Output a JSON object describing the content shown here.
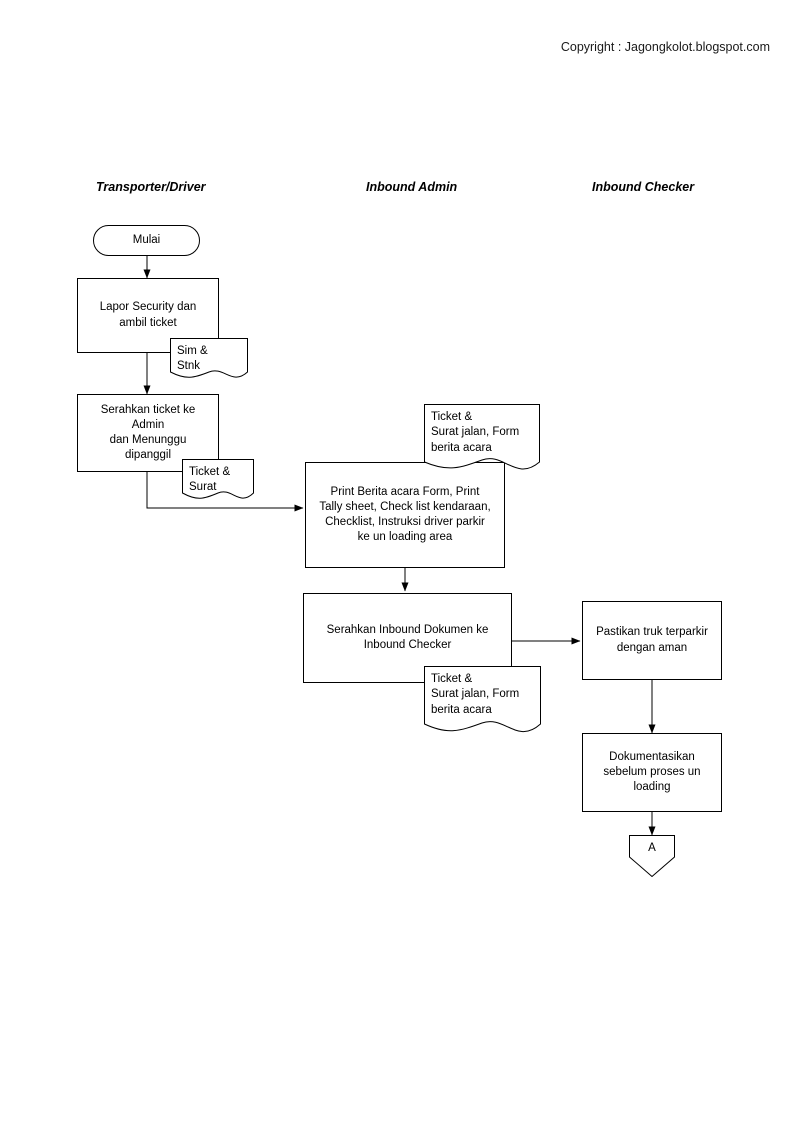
{
  "page": {
    "copyright": "Copyright : Jagongkolot.blogspot.com",
    "background_color": "#ffffff",
    "line_color": "#000000",
    "text_color": "#000000"
  },
  "lanes": [
    {
      "id": "transporter",
      "label": "Transporter/Driver"
    },
    {
      "id": "inbound-admin",
      "label": "Inbound Admin"
    },
    {
      "id": "inbound-checker",
      "label": "Inbound Checker"
    }
  ],
  "nodes": {
    "start": {
      "type": "terminator",
      "label": "Mulai"
    },
    "lapor_security": {
      "type": "process",
      "label": "Lapor Security dan\nambil ticket"
    },
    "doc_sim_stnk": {
      "type": "document",
      "label": "Sim &\nStnk"
    },
    "serahkan_ticket": {
      "type": "process",
      "label": "Serahkan ticket ke\nAdmin\ndan Menunggu\ndipanggil"
    },
    "doc_ticket_surat": {
      "type": "document",
      "label": "Ticket &\nSurat"
    },
    "doc_ticket_surat_jalan_top": {
      "type": "document",
      "label": "Ticket &\nSurat jalan, Form\nberita acara"
    },
    "print_berita": {
      "type": "process",
      "label": "Print Berita acara Form, Print\nTally sheet, Check list kendaraan,\nChecklist, Instruksi driver parkir\nke un loading area"
    },
    "serahkan_inbound": {
      "type": "process",
      "label": "Serahkan Inbound Dokumen ke\nInbound Checker"
    },
    "doc_ticket_surat_jalan_bottom": {
      "type": "document",
      "label": "Ticket &\nSurat jalan, Form\nberita acara"
    },
    "pastikan_truk": {
      "type": "process",
      "label": "Pastikan truk terparkir\ndengan aman"
    },
    "dokumentasikan": {
      "type": "process",
      "label": "Dokumentasikan\nsebelum proses un\nloading"
    },
    "connector_a": {
      "type": "connector",
      "label": "A"
    }
  },
  "chart_data": {
    "type": "flowchart",
    "title": "",
    "lanes": [
      "Transporter/Driver",
      "Inbound Admin",
      "Inbound Checker"
    ],
    "nodes": [
      {
        "id": "start",
        "lane": "Transporter/Driver",
        "shape": "terminator",
        "text": "Mulai"
      },
      {
        "id": "lapor_security",
        "lane": "Transporter/Driver",
        "shape": "process",
        "text": "Lapor Security dan ambil ticket"
      },
      {
        "id": "doc_sim_stnk",
        "lane": "Transporter/Driver",
        "shape": "document",
        "text": "Sim & Stnk"
      },
      {
        "id": "serahkan_ticket",
        "lane": "Transporter/Driver",
        "shape": "process",
        "text": "Serahkan ticket ke Admin dan Menunggu dipanggil"
      },
      {
        "id": "doc_ticket_surat",
        "lane": "Transporter/Driver",
        "shape": "document",
        "text": "Ticket & Surat"
      },
      {
        "id": "doc_ticket_surat_jalan_top",
        "lane": "Inbound Admin",
        "shape": "document",
        "text": "Ticket & Surat jalan, Form berita acara"
      },
      {
        "id": "print_berita",
        "lane": "Inbound Admin",
        "shape": "process",
        "text": "Print Berita acara Form, Print Tally sheet, Check list kendaraan, Checklist, Instruksi driver parkir ke un loading area"
      },
      {
        "id": "serahkan_inbound",
        "lane": "Inbound Admin",
        "shape": "process",
        "text": "Serahkan Inbound Dokumen ke Inbound Checker"
      },
      {
        "id": "doc_ticket_surat_jalan_bottom",
        "lane": "Inbound Admin",
        "shape": "document",
        "text": "Ticket & Surat jalan, Form berita acara"
      },
      {
        "id": "pastikan_truk",
        "lane": "Inbound Checker",
        "shape": "process",
        "text": "Pastikan truk terparkir dengan aman"
      },
      {
        "id": "dokumentasikan",
        "lane": "Inbound Checker",
        "shape": "process",
        "text": "Dokumentasikan sebelum proses un loading"
      },
      {
        "id": "connector_a",
        "lane": "Inbound Checker",
        "shape": "off-page-connector",
        "text": "A"
      }
    ],
    "edges": [
      {
        "from": "start",
        "to": "lapor_security",
        "label": ""
      },
      {
        "from": "lapor_security",
        "to": "serahkan_ticket",
        "label": ""
      },
      {
        "from": "serahkan_ticket",
        "to": "print_berita",
        "label": ""
      },
      {
        "from": "print_berita",
        "to": "serahkan_inbound",
        "label": ""
      },
      {
        "from": "serahkan_inbound",
        "to": "pastikan_truk",
        "label": ""
      },
      {
        "from": "pastikan_truk",
        "to": "dokumentasikan",
        "label": ""
      },
      {
        "from": "dokumentasikan",
        "to": "connector_a",
        "label": ""
      }
    ]
  }
}
